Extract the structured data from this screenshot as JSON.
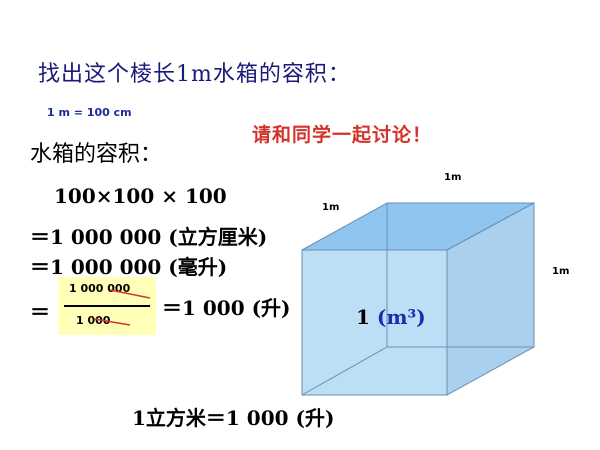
{
  "title": "找出这个棱长1m水箱的容积：",
  "unit_note": "1 m = 100 cm",
  "discuss_prompt": "请和同学一起讨论！",
  "volume_label": "水箱的容积：",
  "calculation": {
    "line1": "100×100 × 100",
    "line2": "＝1 000 000 (立方厘米)",
    "line3": "＝1 000 000 (毫升)",
    "eq_sign": "＝",
    "fraction_numerator": "1 000 000",
    "fraction_denominator": "1 000",
    "fraction_result": "＝1 000 (升)"
  },
  "cube": {
    "volume_value": "1",
    "volume_unit": "(m³)",
    "edge_top": "1m",
    "edge_left": "1m",
    "edge_right": "1m",
    "front_color": "#bcdff5",
    "side_color": "#a9d0ef",
    "top_color": "#8fc5ee",
    "edge_color": "#6a8fb3"
  },
  "conclusion": "1立方米＝1 000 (升)",
  "colors": {
    "title": "#1a1a7a",
    "discuss": "#d4332a",
    "fraction_bg": "#ffffb8",
    "strike": "#d4332a"
  }
}
